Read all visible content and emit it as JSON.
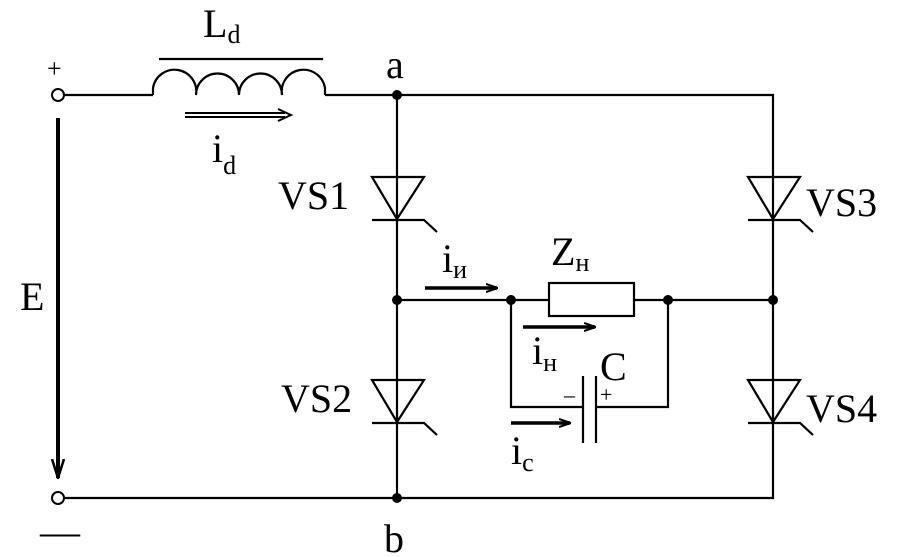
{
  "diagram": {
    "colors": {
      "ink": "#000000",
      "background": "#ffffff"
    },
    "labels": {
      "inductor": {
        "main": "L",
        "sub": "d"
      },
      "node_a": "a",
      "node_b": "b",
      "plus_terminal": "+",
      "minus_terminal": "—",
      "source": "E",
      "current_d": {
        "main": "i",
        "sub": "d"
      },
      "current_inv": {
        "main": "i",
        "sub": "и"
      },
      "current_load": {
        "main": "i",
        "sub": "н"
      },
      "current_cap": {
        "main": "i",
        "sub": "с"
      },
      "load": {
        "main": "Z",
        "sub": "н"
      },
      "capacitor": "C",
      "cap_minus": "–",
      "cap_plus": "+",
      "vs1": "VS1",
      "vs2": "VS2",
      "vs3": "VS3",
      "vs4": "VS4"
    }
  }
}
